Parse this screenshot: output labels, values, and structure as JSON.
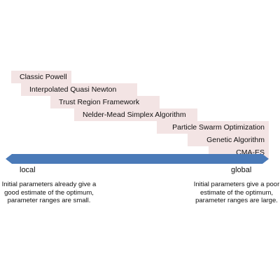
{
  "algorithms": [
    {
      "label": "Classic Powell",
      "align": "left"
    },
    {
      "label": "Interpolated Quasi Newton",
      "align": "left"
    },
    {
      "label": "Trust Region Framework",
      "align": "left"
    },
    {
      "label": "Nelder-Mead Simplex Algorithm",
      "align": "left"
    },
    {
      "label": "Particle Swarm Optimization",
      "align": "right"
    },
    {
      "label": "Genetic Algorithm",
      "align": "right"
    },
    {
      "label": "CMA-ES",
      "align": "right"
    }
  ],
  "axis": {
    "left_label": "local",
    "right_label": "global",
    "color": "#4a7ab8"
  },
  "descriptions": {
    "local": "Initial parameters already give a good estimate of the optimum, parameter ranges are small.",
    "global": "Initial parameters give a poor estimate of the optimum, parameter ranges are large."
  },
  "colors": {
    "bar_fill": "#f3e4e4",
    "arrow": "#4a7ab8"
  }
}
